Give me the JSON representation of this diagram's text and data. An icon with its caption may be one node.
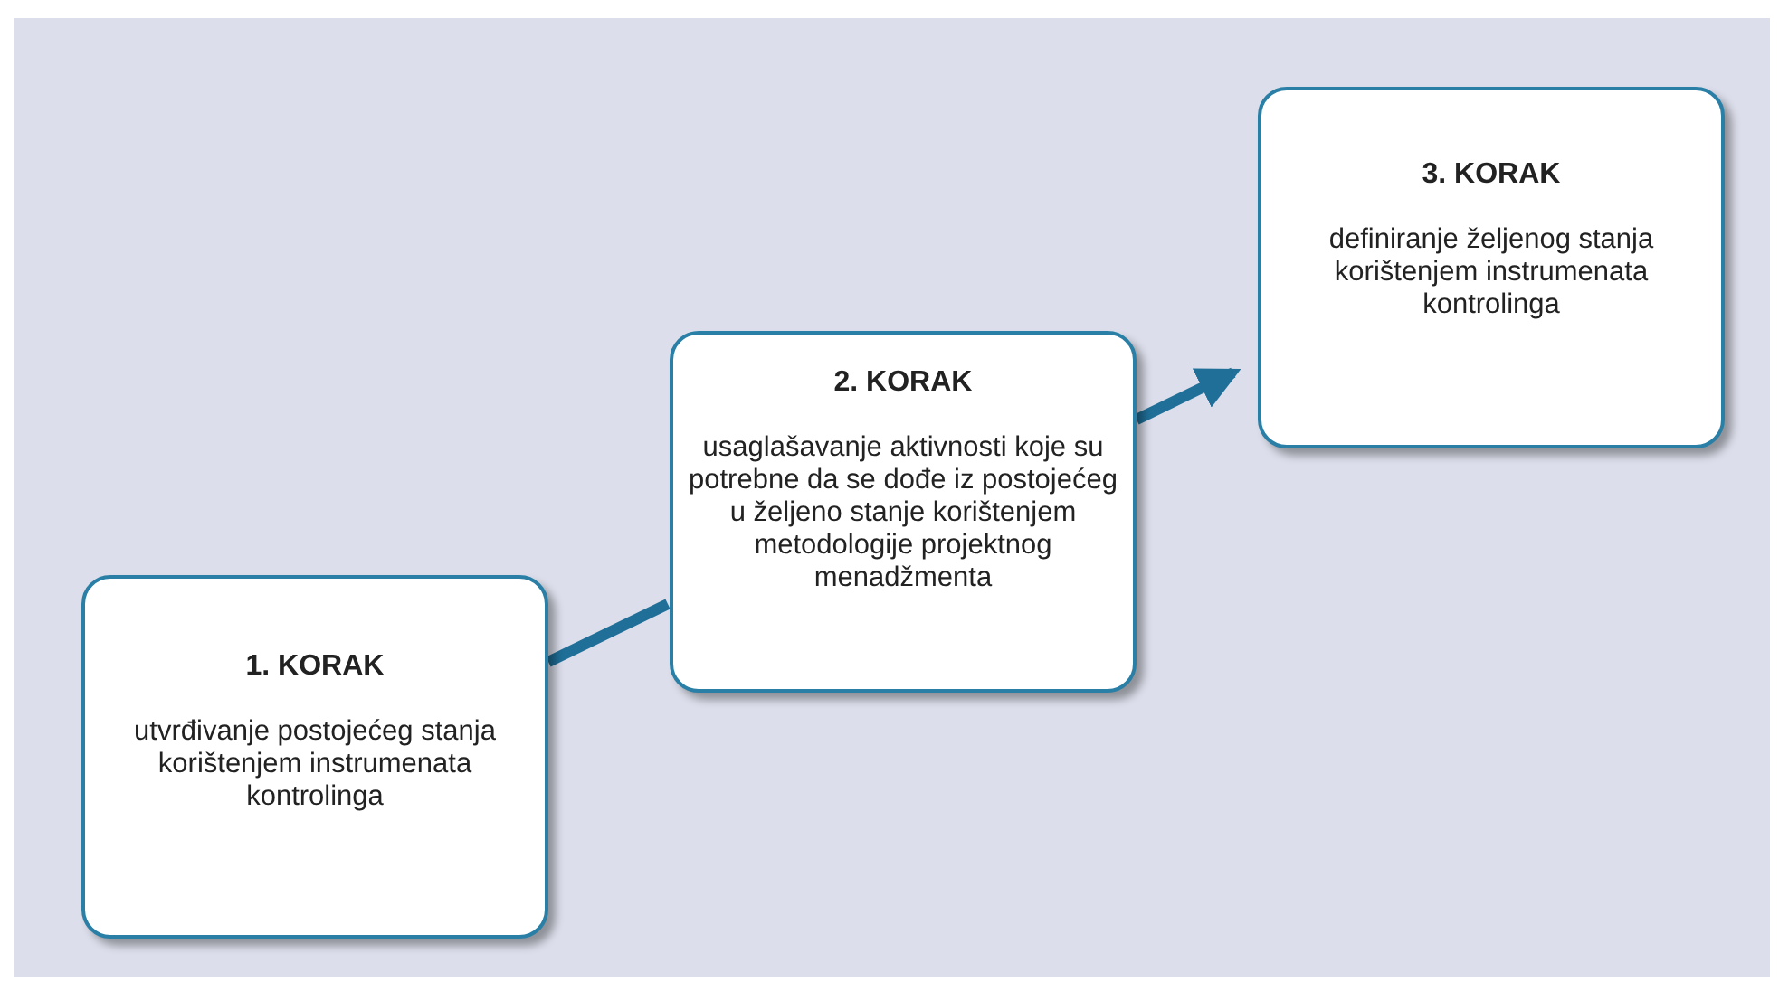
{
  "diagram": {
    "nodes": [
      {
        "text": [
          "1. KORAK",
          "utvrđivanje postojećeg stanja korištenjem instrumenata kontrolinga"
        ]
      },
      {
        "text": [
          "2. KORAK",
          "usaglašavanje aktivnosti koje su potrebne da se dođe iz postojećeg u željeno stanje korištenjem metodologije projektnog menadžmenta"
        ]
      },
      {
        "text": [
          "3. KORAK",
          "definiranje željenog stanja korištenjem instrumenata kontrolinga"
        ]
      }
    ],
    "edges": [
      {
        "from": 0,
        "to": 1,
        "arrow": "none"
      },
      {
        "from": 1,
        "to": 2,
        "arrow": "to"
      }
    ]
  }
}
